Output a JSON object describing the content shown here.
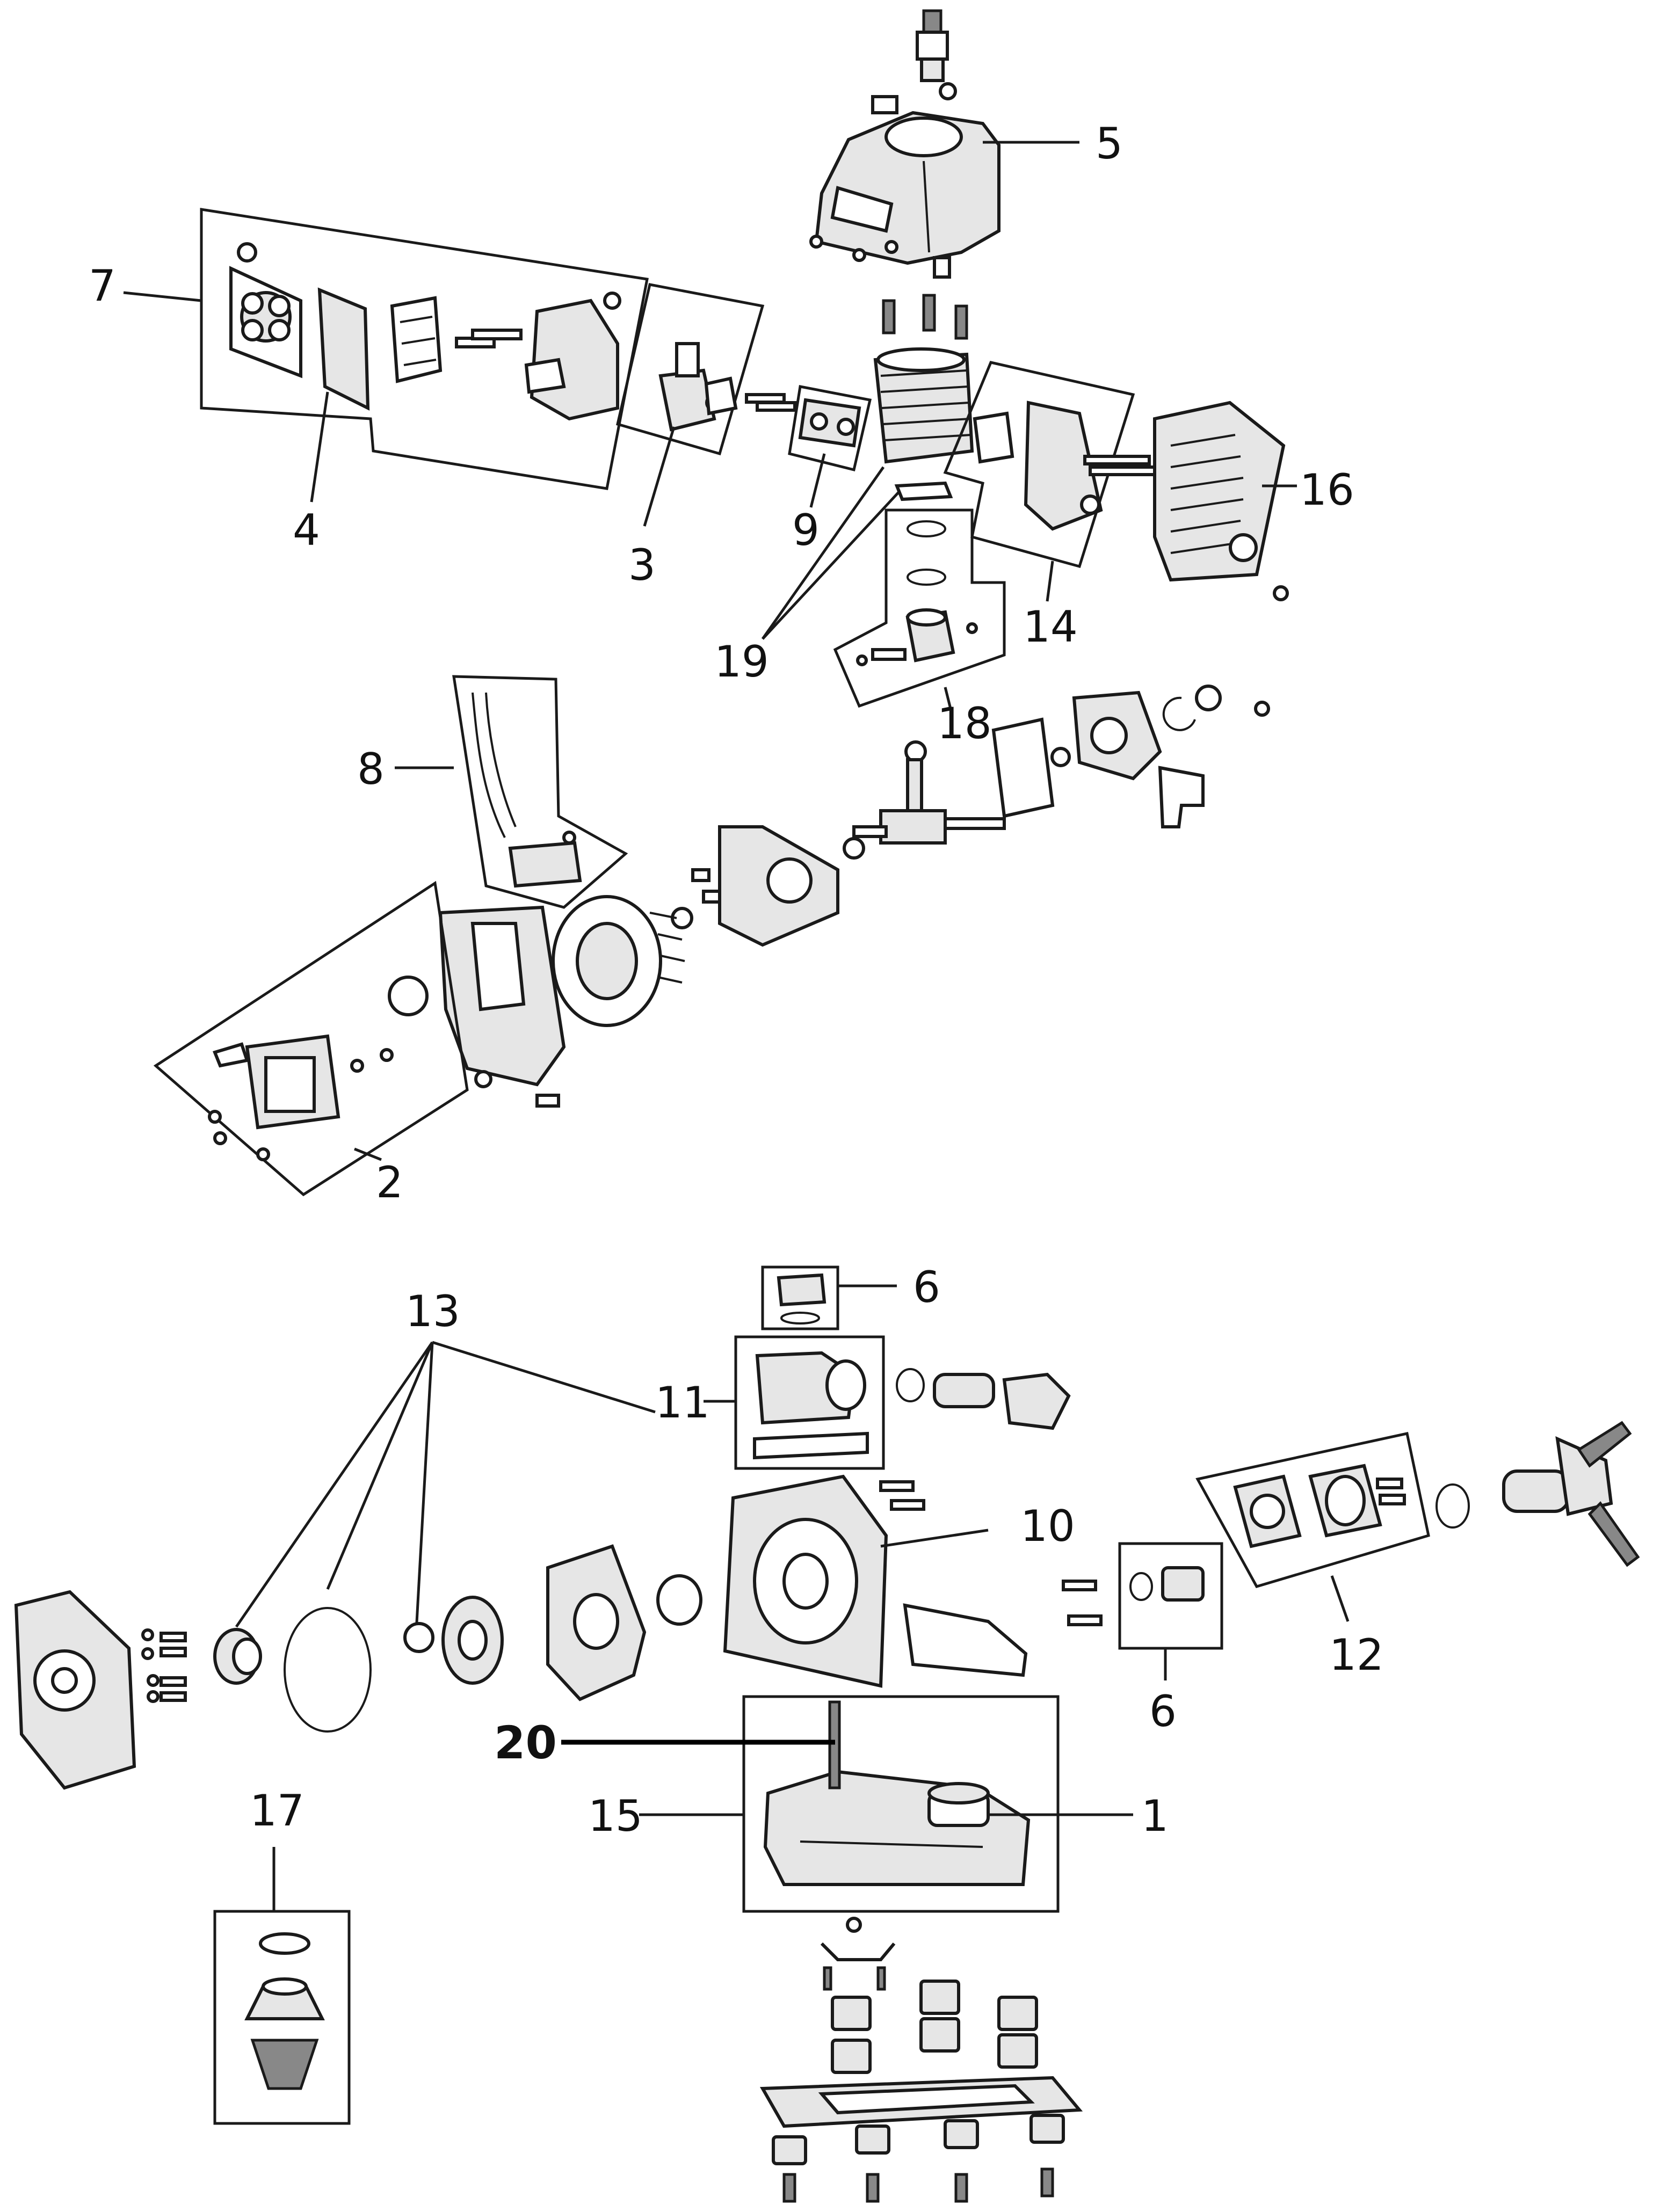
{
  "labels": {
    "l1": "1",
    "l2": "2",
    "l3": "3",
    "l4": "4",
    "l5": "5",
    "l6a": "6",
    "l6b": "6",
    "l7": "7",
    "l8": "8",
    "l9": "9",
    "l10": "10",
    "l11": "11",
    "l12": "12",
    "l13": "13",
    "l14": "14",
    "l15": "15",
    "l16": "16",
    "l17": "17",
    "l18": "18",
    "l19": "19",
    "l20": "20"
  },
  "colors": {
    "ink": "#1a1a1a",
    "fill_light": "#e6e6e6",
    "fill_dark": "#888888"
  }
}
